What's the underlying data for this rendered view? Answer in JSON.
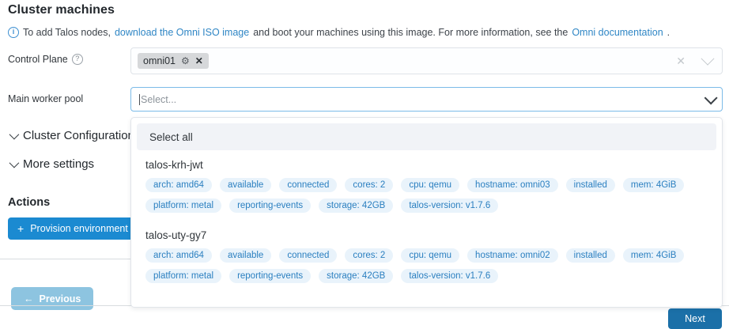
{
  "page": {
    "title": "Cluster machines",
    "info": {
      "icon": "info-circle-icon",
      "text_before": "To add Talos nodes,",
      "link1": "download the Omni ISO image",
      "text_middle": "and boot your machines using this image. For more information, see the",
      "link2": "Omni documentation",
      "text_after": "."
    }
  },
  "control_plane": {
    "label": "Control Plane",
    "help_icon": "question-circle-icon",
    "chip": {
      "label": "omni01",
      "gear_icon": "gear-icon",
      "remove_icon": "close-icon"
    },
    "clear_icon": "close-icon",
    "chevron_icon": "chevron-down-icon"
  },
  "worker_pool": {
    "label": "Main worker pool",
    "placeholder": "Select...",
    "value": "",
    "chevron_icon": "chevron-down-icon"
  },
  "dropdown": {
    "select_all_label": "Select all",
    "machines": [
      {
        "name": "talos-krh-jwt",
        "tags_row1": [
          "arch: amd64",
          "available",
          "connected",
          "cores: 2",
          "cpu: qemu",
          "hostname: omni03",
          "installed",
          "mem: 4GiB"
        ],
        "tags_row2": [
          "platform: metal",
          "reporting-events",
          "storage: 42GB",
          "talos-version: v1.7.6"
        ]
      },
      {
        "name": "talos-uty-gy7",
        "tags_row1": [
          "arch: amd64",
          "available",
          "connected",
          "cores: 2",
          "cpu: qemu",
          "hostname: omni02",
          "installed",
          "mem: 4GiB"
        ],
        "tags_row2": [
          "platform: metal",
          "reporting-events",
          "storage: 42GB",
          "talos-version: v1.7.6"
        ]
      }
    ]
  },
  "background": {
    "section1": "Cluster Configuration",
    "section2": "More settings",
    "actions_title": "Actions",
    "provision_label": "Provision environment",
    "provision_plus": "+",
    "previous_label": "Previous",
    "previous_arrow": "←",
    "next_label": "Next"
  },
  "colors": {
    "accent_blue": "#1b8ad1",
    "link_blue": "#2f86c5",
    "tag_bg": "#e9f3fb",
    "tag_text": "#2a7fc0",
    "chip_bg": "#d6d8da",
    "select_all_bg": "#f1f3f7",
    "previous_bg": "#8dc4e0",
    "next_bg": "#1b70a8"
  }
}
